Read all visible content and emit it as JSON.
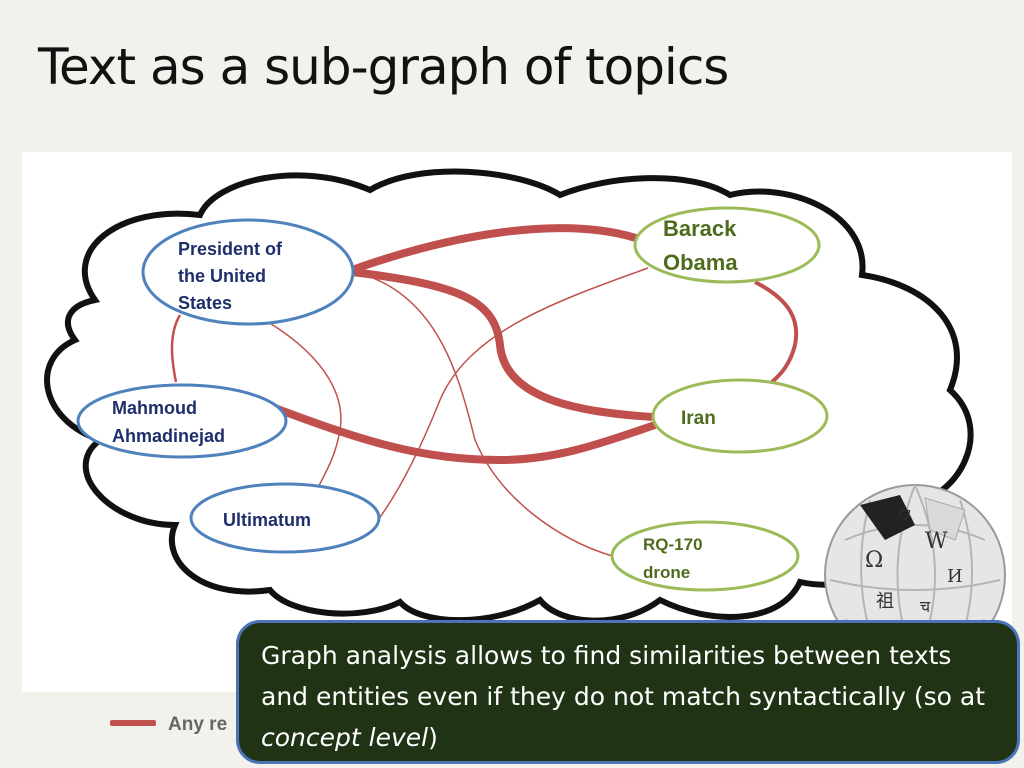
{
  "slide": {
    "title": "Text as a sub-graph of topics"
  },
  "nodes": {
    "president": [
      "President of",
      "the United",
      "States"
    ],
    "obama": [
      "Barack",
      "Obama"
    ],
    "ahmadinejad": [
      "Mahmoud",
      "Ahmadinejad"
    ],
    "iran": [
      "Iran"
    ],
    "ultimatum": [
      "Ultimatum"
    ],
    "drone": [
      "RQ-170",
      "drone"
    ]
  },
  "legend": {
    "label": "Any re"
  },
  "callout": {
    "text_before": "Graph analysis allows to find similarities between texts and entities even if they do not match syntactically (so at ",
    "emphasis": "concept level",
    "text_after": ")"
  },
  "colors": {
    "edge": "#c0504d",
    "blue_node": "#4f81bd",
    "green_node": "#9bbb59",
    "callout_bg": "#203314",
    "callout_border": "#4a73b8"
  },
  "icons": {
    "wikipedia": "wikipedia-globe-icon"
  }
}
